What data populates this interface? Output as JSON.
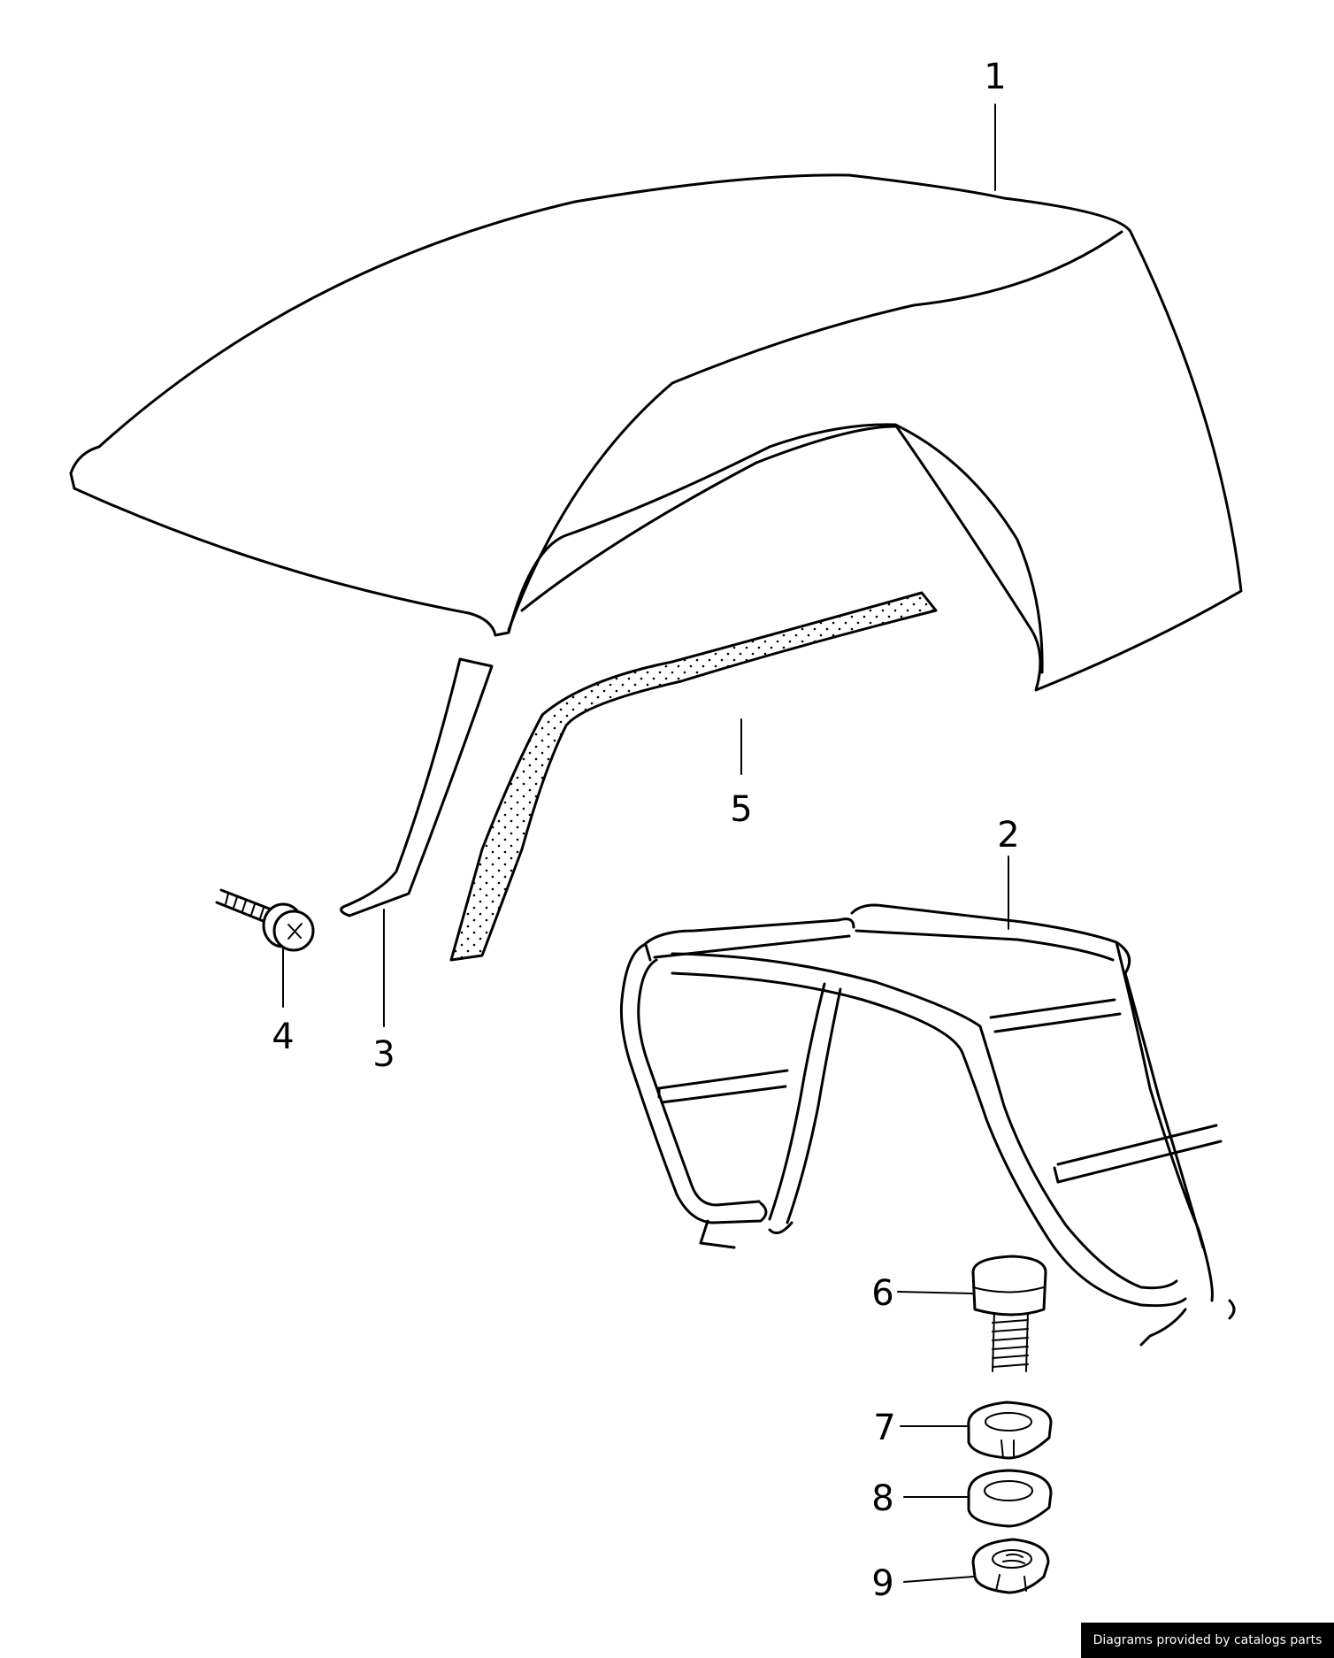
{
  "callouts": {
    "c1": "1",
    "c2": "2",
    "c3": "3",
    "c4": "4",
    "c5": "5",
    "c6": "6",
    "c7": "7",
    "c8": "8",
    "c9": "9"
  },
  "watermark": "Diagrams provided by catalogs parts"
}
